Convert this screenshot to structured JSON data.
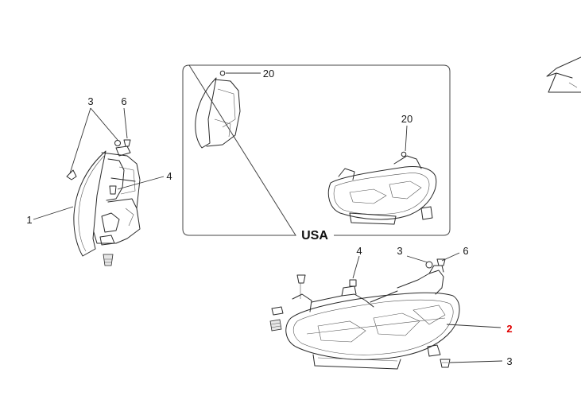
{
  "callouts": {
    "a_1": "1",
    "a_3": "3",
    "a_6": "6",
    "a_4": "4",
    "usa_20_top": "20",
    "usa_20_mid": "20",
    "b_4": "4",
    "b_3_top": "3",
    "b_6": "6",
    "b_2": "2",
    "b_3_bottom": "3"
  },
  "usa_box_label": "USA",
  "colors": {
    "highlight_callout": "#e00000",
    "line": "#2a2a2a"
  },
  "icons": {
    "direction_arrow": "front-direction-arrow-icon"
  }
}
